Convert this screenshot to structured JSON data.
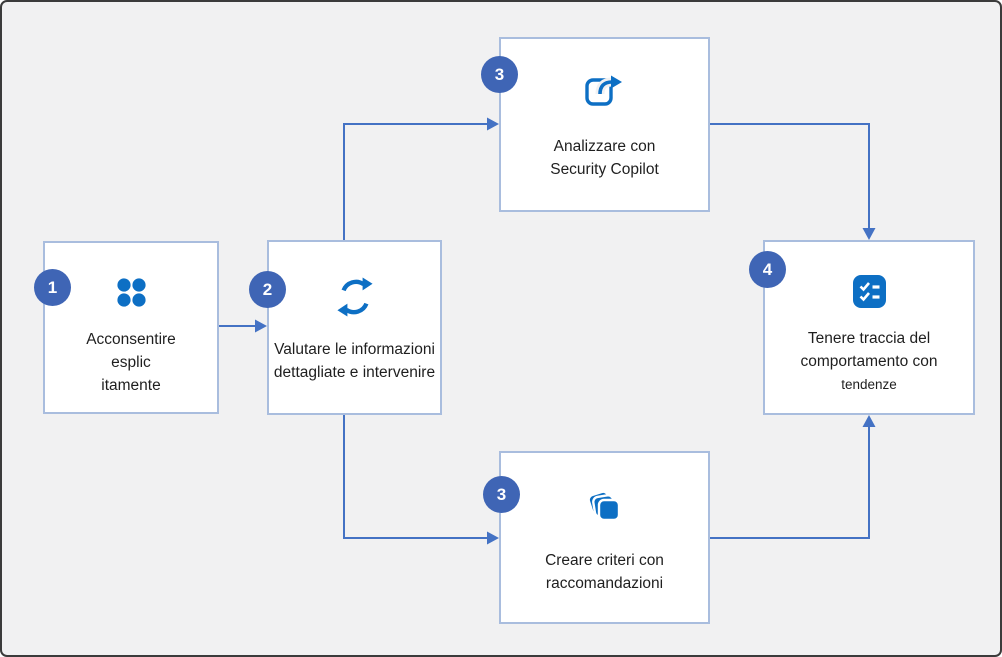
{
  "canvas": {
    "background_color": "#f1f1f2",
    "frame_color": "#3b3b3b",
    "node_border_color": "#a9bdde",
    "connector_color": "#4472c4",
    "badge_color": "#3f65b5",
    "icon_color": "#0d6fc4"
  },
  "nodes": [
    {
      "badge": "1",
      "icon": "grid-dots-icon",
      "lines": [
        "Acconsentire",
        "esplic",
        "itamente"
      ]
    },
    {
      "badge": "2",
      "icon": "sync-icon",
      "lines": [
        "Valutare le informazioni",
        "dettagliate e intervenire"
      ]
    },
    {
      "badge": "3",
      "icon": "share-icon",
      "lines": [
        "Analizzare con",
        "Security Copilot"
      ]
    },
    {
      "badge": "3",
      "icon": "layers-icon",
      "lines": [
        "Creare criteri con",
        "raccomandazioni"
      ]
    },
    {
      "badge": "4",
      "icon": "checklist-icon",
      "lines": [
        "Tenere traccia del",
        "comportamento con",
        "tendenze"
      ]
    }
  ]
}
